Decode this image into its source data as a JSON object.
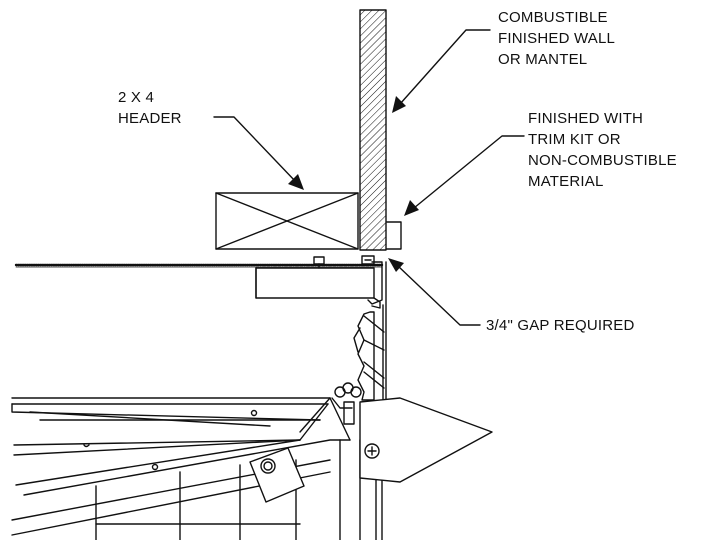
{
  "callouts": {
    "wall": [
      "COMBUSTIBLE",
      "FINISHED WALL",
      "OR MANTEL"
    ],
    "header": [
      "2 X 4",
      "HEADER"
    ],
    "trim": [
      "FINISHED WITH",
      "TRIM KIT OR",
      "NON-COMBUSTIBLE",
      "MATERIAL"
    ],
    "gap": [
      "3/4\" GAP REQUIRED"
    ]
  },
  "colors": {
    "line": "#111111",
    "background": "#ffffff"
  }
}
